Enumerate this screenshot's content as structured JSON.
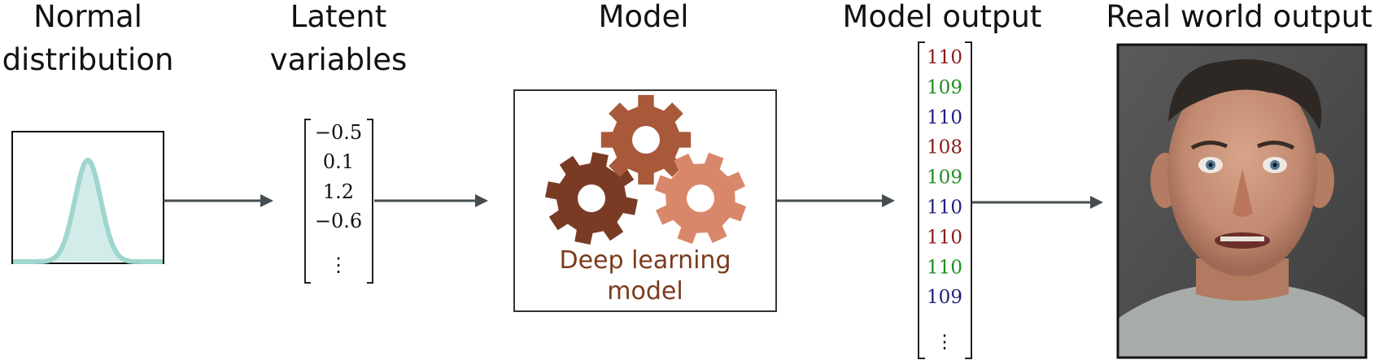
{
  "titles": {
    "normal_line1": "Normal",
    "normal_line2": "distribution",
    "latent_line1": "Latent",
    "latent_line2": "variables",
    "model": "Model",
    "model_output": "Model output",
    "real_world_output": "Real world output"
  },
  "latent_vector": [
    "−0.5",
    "0.1",
    "1.2",
    "−0.6",
    "⋮"
  ],
  "model_box": {
    "label_line1": "Deep learning",
    "label_line2": "model"
  },
  "model_output_vector": {
    "values": [
      "110",
      "109",
      "110",
      "108",
      "109",
      "110",
      "110",
      "110",
      "109",
      "⋮"
    ],
    "channel_colors": [
      "#8b1a1a",
      "#1e8f1e",
      "#1f1f80"
    ]
  },
  "colors": {
    "gaussian_fill": "#d3ece9",
    "gaussian_stroke": "#9fd6cf",
    "gear_dark": "#7a3b25",
    "gear_mid": "#a8593a",
    "gear_light": "#d9876a",
    "arrow": "#454d52"
  },
  "icons": {
    "gaussian_plot": "bell-curve",
    "gears": "gears-icon",
    "face_photo": "face-photo"
  }
}
